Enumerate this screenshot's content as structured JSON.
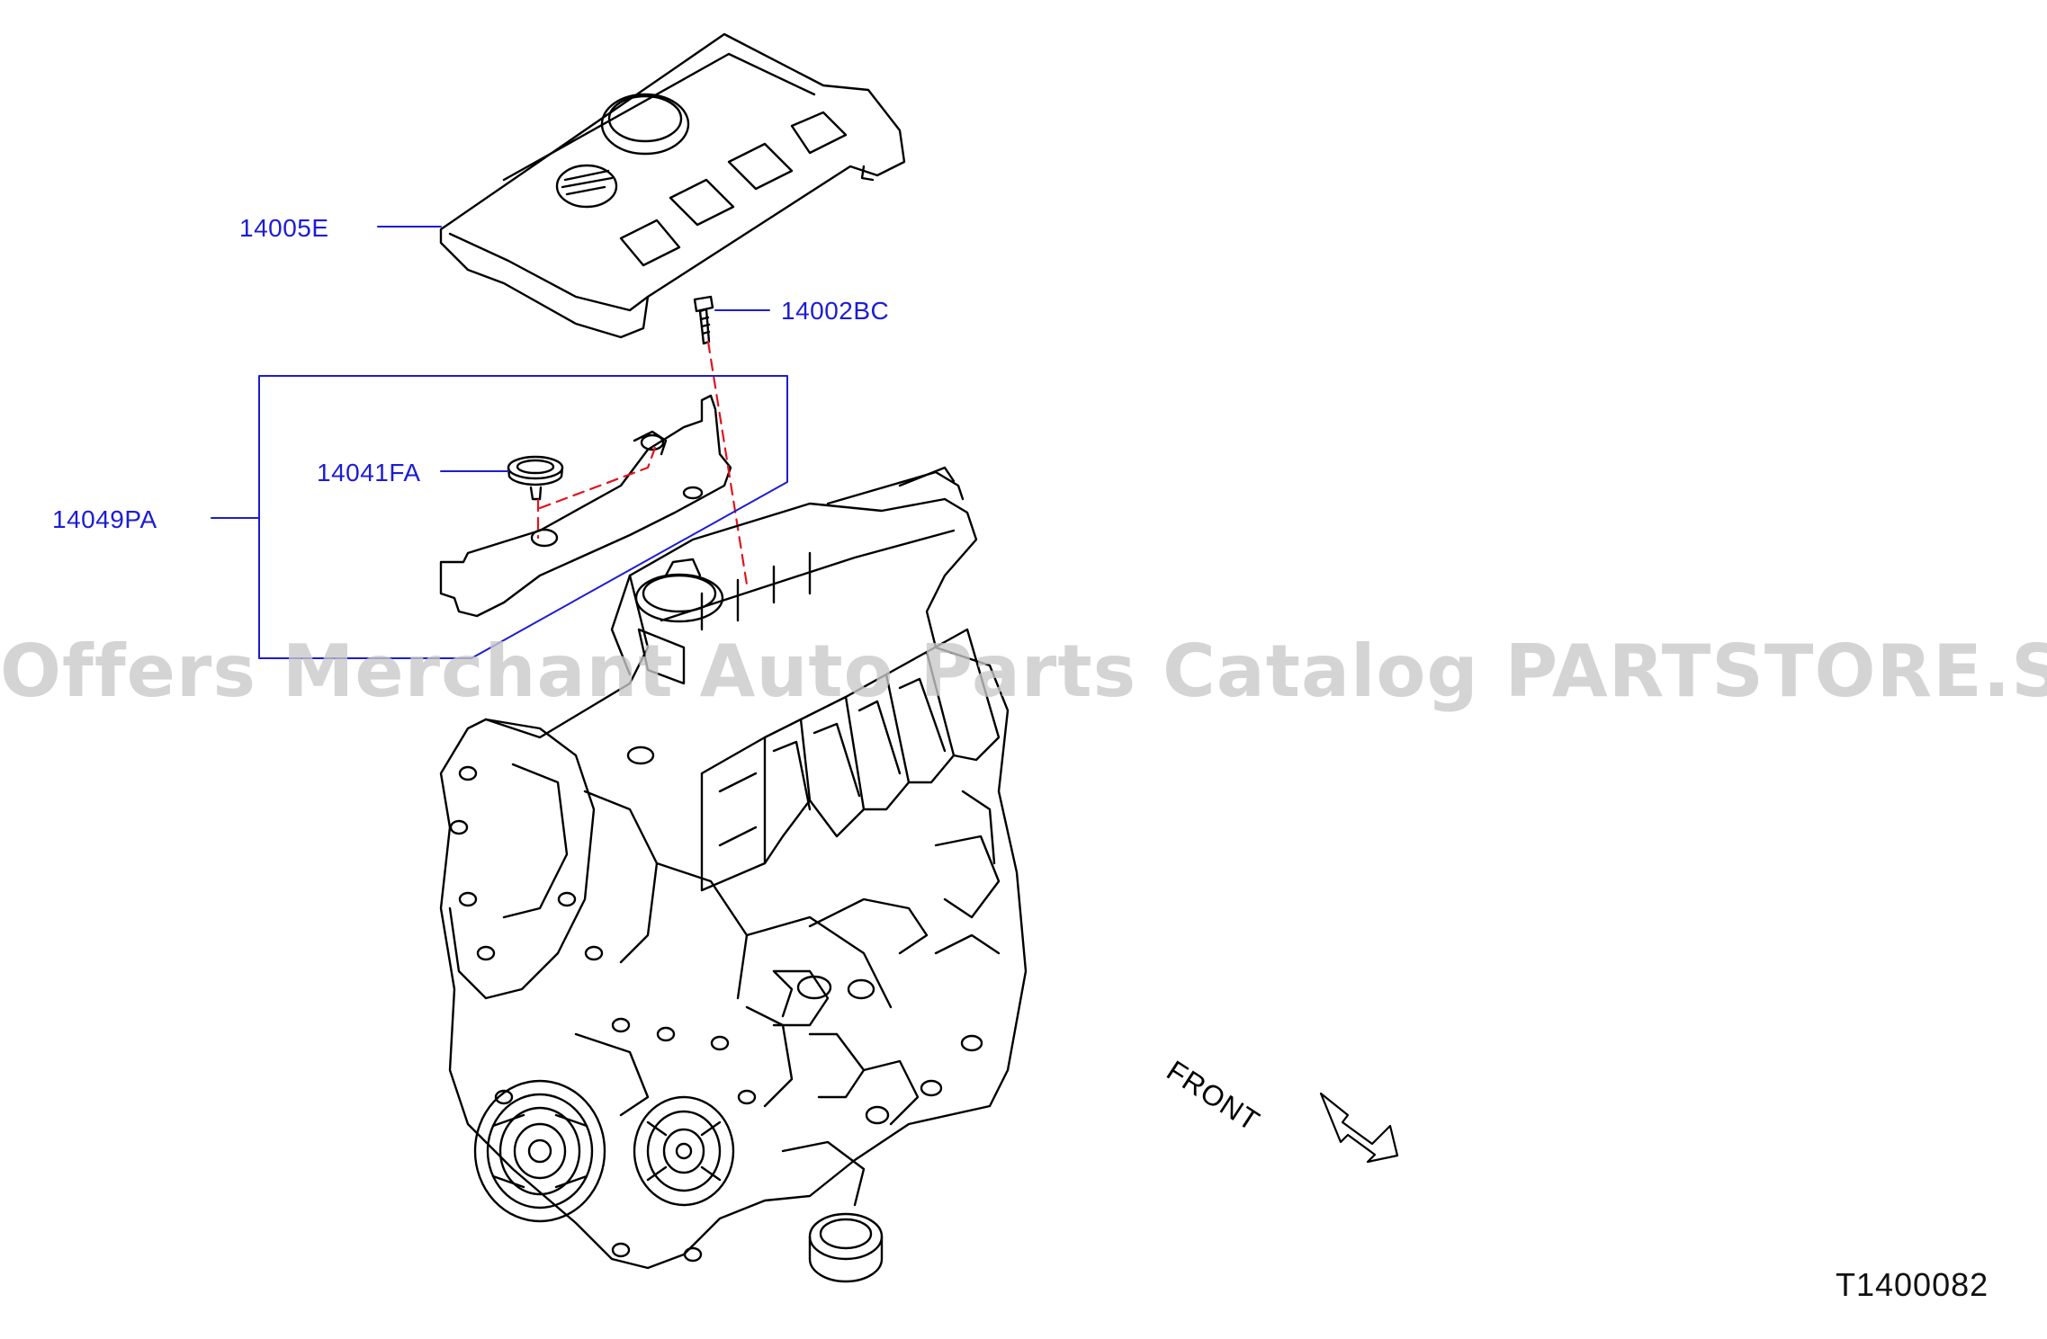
{
  "diagram": {
    "labels": {
      "engine_cover": "14005E",
      "bolt": "14002BC",
      "cap": "14041FA",
      "bracket_assembly": "14049PA"
    },
    "front_label": "FRONT",
    "watermark": "Offers Merchant Auto Parts Catalog PARTSTORE.SA",
    "diagram_code": "T1400082",
    "colors": {
      "callout": "#1c1cd6",
      "dashed": "#e0141e",
      "line_art": "#000000",
      "watermark": "#c9c9c9"
    }
  }
}
